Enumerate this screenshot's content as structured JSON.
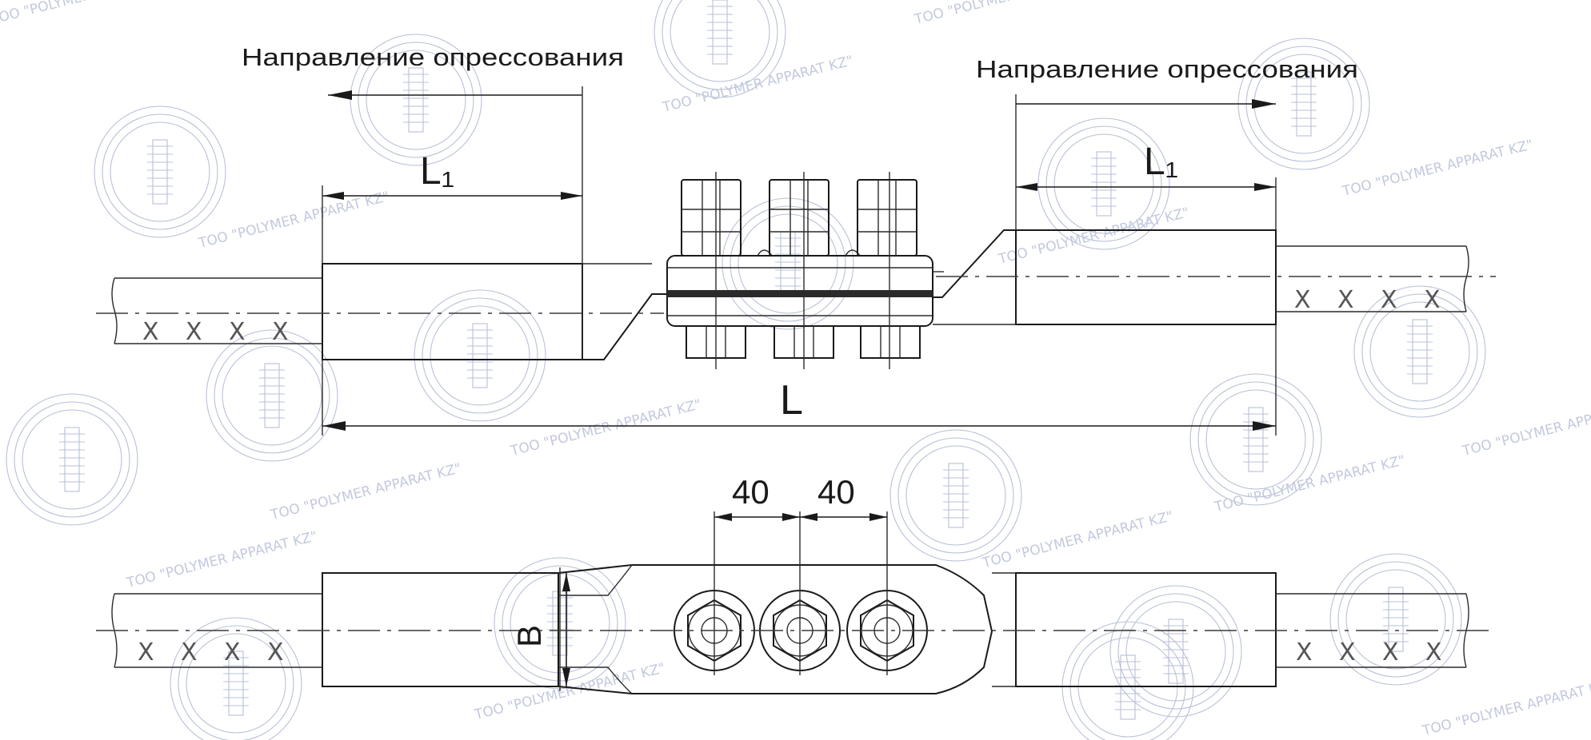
{
  "labels": {
    "direction_left": "Направление опрессования",
    "direction_right": "Направление опрессования",
    "l1_left": "L₁",
    "l1_right": "L₁",
    "l_total": "L",
    "spacing_1": "40",
    "spacing_2": "40",
    "width": "B"
  },
  "watermark": {
    "text": "TOO \"POLYMER   APPARAT KZ\"",
    "icon": "insulator-seal-icon"
  },
  "wire_mark": "X"
}
